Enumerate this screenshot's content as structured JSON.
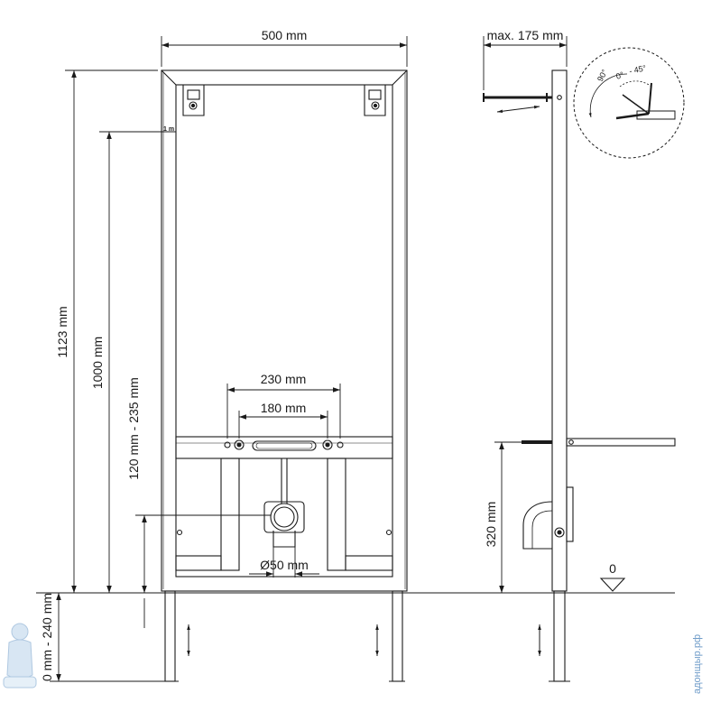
{
  "dimensions": {
    "width": "500 mm",
    "depth": "max. 175 mm",
    "height_total": "1123 mm",
    "height_1m": "1000 mm",
    "adjust_range": "120 mm - 235 mm",
    "leg_range": "0 mm - 240 mm",
    "hole_230": "230 mm",
    "hole_180": "180 mm",
    "drain": "Ø50 mm",
    "side_height": "320 mm",
    "floor_level": "0"
  },
  "markers": {
    "one_meter": "1 m"
  },
  "angle_detail": {
    "a90": "90°",
    "a0": "0°",
    "a45": "- 45°"
  },
  "watermark": "адонщыр.рф"
}
